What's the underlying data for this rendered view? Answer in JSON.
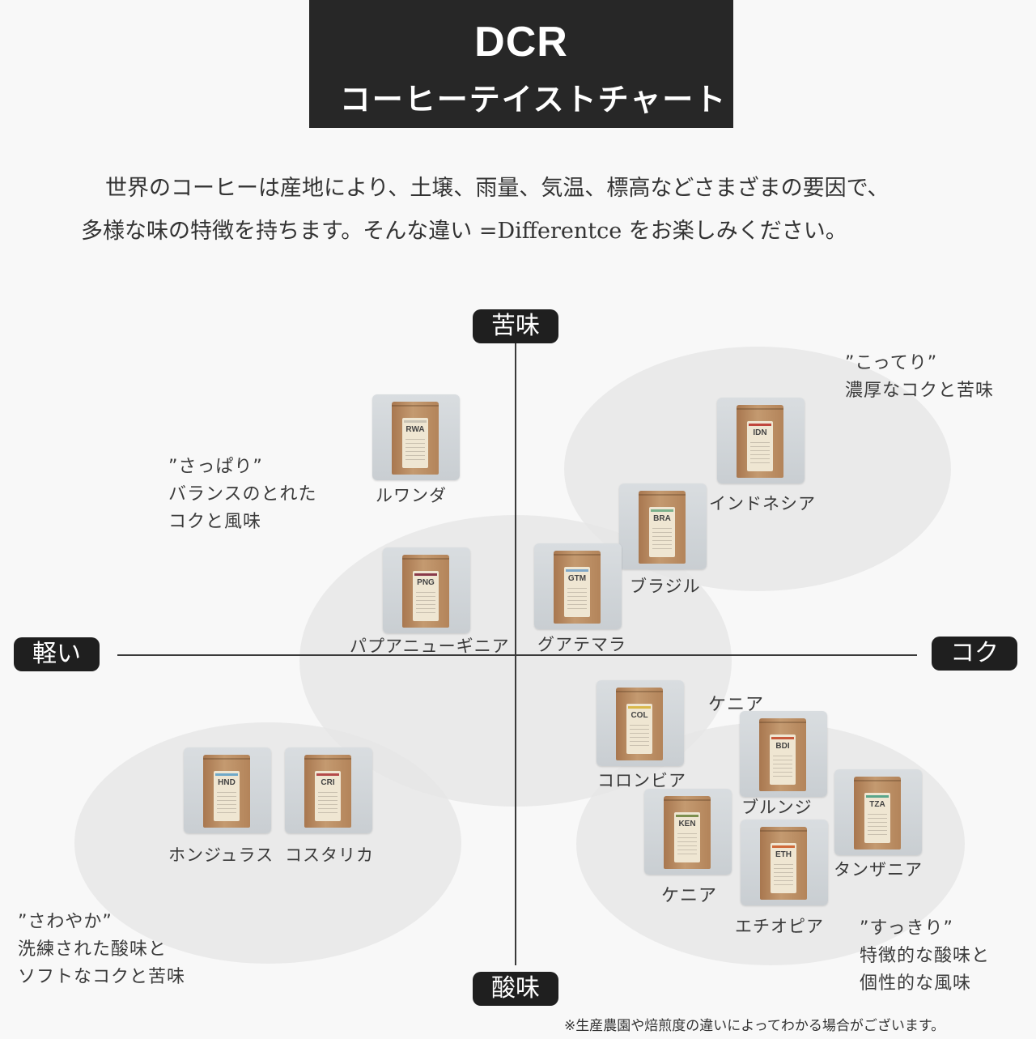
{
  "header": {
    "title": "DCR",
    "subtitle": "コーヒーテイストチャート"
  },
  "intro": {
    "line1": "世界のコーヒーは産地により、土壌、雨量、気温、標高などさまざまの要因で、",
    "line2": "多様な味の特徴を持ちます。そんな違い =Differentce をお楽しみください。"
  },
  "chart_data": {
    "type": "scatter",
    "axes": {
      "top": "苦味",
      "bottom": "酸味",
      "left": "軽い",
      "right": "コク"
    },
    "quadrants": [
      {
        "name": "”さっぱり”",
        "lines": [
          "バランスのとれた",
          "コクと風味"
        ]
      },
      {
        "name": "”こってり”",
        "lines": [
          "濃厚なコクと苦味"
        ]
      },
      {
        "name": "”さわやか”",
        "lines": [
          "洗練された酸味と",
          "ソフトなコクと苦味"
        ]
      },
      {
        "name": "”すっきり”",
        "lines": [
          "特徴的な酸味と",
          "個性的な風味"
        ]
      }
    ],
    "points": [
      {
        "code": "RWA",
        "label": "ルワンダ",
        "stripe": "#c9c3b5"
      },
      {
        "code": "IDN",
        "label": "インドネシア",
        "stripe": "#c0463c"
      },
      {
        "code": "BRA",
        "label": "ブラジル",
        "stripe": "#7bb08b"
      },
      {
        "code": "PNG",
        "label": "パプアニューギニア",
        "stripe": "#8a3a4a"
      },
      {
        "code": "GTM",
        "label": "グアテマラ",
        "stripe": "#7fa8c8"
      },
      {
        "code": "COL",
        "label": "コロンビア",
        "stripe": "#d9b84a"
      },
      {
        "code": "BDI",
        "label": "ブルンジ",
        "stripe": "#c85a3c"
      },
      {
        "code": "HND",
        "label": "ホンジュラス",
        "stripe": "#6fa9c9"
      },
      {
        "code": "CRI",
        "label": "コスタリカ",
        "stripe": "#b44a4a"
      },
      {
        "code": "TZA",
        "label": "タンザニア",
        "stripe": "#5aa68a"
      },
      {
        "code": "KEN",
        "label": "ケニア",
        "stripe": "#7d8f4e"
      },
      {
        "code": "ETH",
        "label": "エチオピア",
        "stripe": "#d06a3a"
      }
    ],
    "extra_labels": [
      "ケニア"
    ]
  },
  "footnote": "※生産農園や焙煎度の違いによってわかる場合がございます。"
}
